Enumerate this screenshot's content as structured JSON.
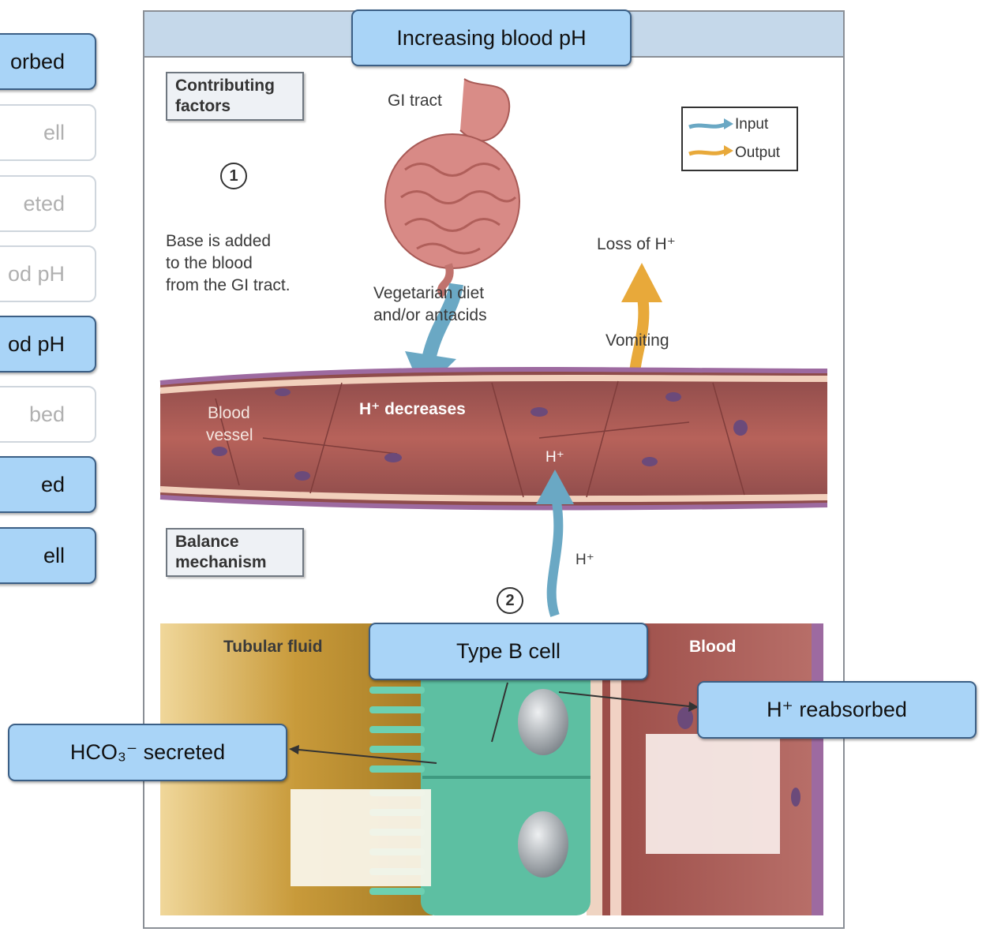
{
  "word_bank": [
    {
      "label": "orbed",
      "state": "used"
    },
    {
      "label": "ell",
      "state": "empty"
    },
    {
      "label": "eted",
      "state": "empty"
    },
    {
      "label": "od pH",
      "state": "empty"
    },
    {
      "label": "od pH",
      "state": "used"
    },
    {
      "label": "bed",
      "state": "empty"
    },
    {
      "label": "ed",
      "state": "used"
    },
    {
      "label": "ell",
      "state": "used"
    }
  ],
  "diagram": {
    "title": "Increasing blood pH",
    "contributing_factors": "Contributing factors",
    "balance_mechanism": "Balance mechanism",
    "step1": "1",
    "step2": "2",
    "gi_tract": "GI tract",
    "base_added": [
      "Base is added",
      "to the blood",
      "from the GI tract."
    ],
    "vegetarian": [
      "Vegetarian diet",
      "and/or antacids"
    ],
    "loss_h": "Loss of H⁺",
    "vomiting": "Vomiting",
    "blood_vessel": [
      "Blood",
      "vessel"
    ],
    "h_decreases": "H⁺ decreases",
    "h_plus": "H⁺",
    "tubular_fluid": "Tubular fluid",
    "blood": "Blood",
    "legend": {
      "input": "Input",
      "output": "Output"
    },
    "colors": {
      "input": "#6aa8c4",
      "output": "#e8a93a",
      "label_fill": "#a9d4f7",
      "label_border": "#3b5f86"
    }
  },
  "placed_labels": {
    "type_b_cell": "Type B cell",
    "h_reabsorbed": "H⁺ reabsorbed",
    "hco3_secreted": "HCO₃⁻ secreted"
  }
}
